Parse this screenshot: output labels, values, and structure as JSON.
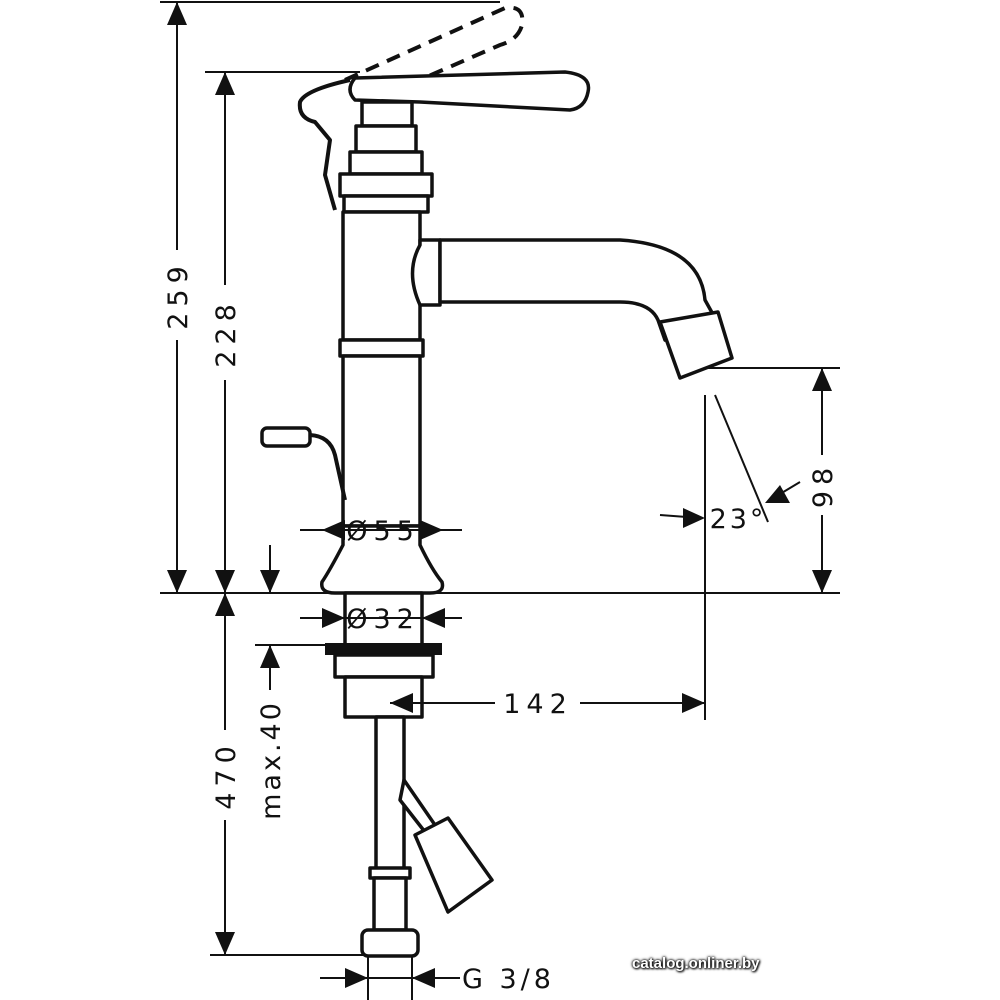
{
  "dimensions": {
    "total_height": "259",
    "handle_height": "228",
    "hose_length": "470",
    "max_deck": "max.40",
    "body_diameter": "Ø55",
    "shank_diameter": "Ø32",
    "spout_reach": "142",
    "spout_height": "98",
    "spray_angle": "23°",
    "thread": "G 3/8"
  },
  "watermark": "catalog.onliner.by"
}
